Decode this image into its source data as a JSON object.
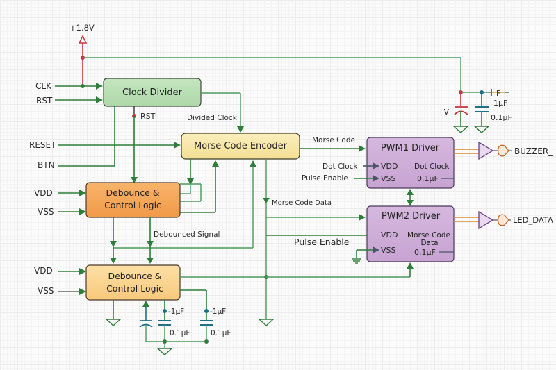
{
  "title": "Morse Code Transmitter Schematic",
  "power": {
    "supply_label": "+1.8V",
    "cap_plus_label": "+V",
    "cap_top_label": "F",
    "cap1_value": "1μF",
    "cap2_value": "0.1μF"
  },
  "inputs": {
    "clk": "CLK",
    "rst": "RST",
    "reset": "RESET",
    "btn": "BTN",
    "vdd1": "VDD",
    "vss1": "VSS",
    "vdd2": "VDD",
    "vss2": "VSS"
  },
  "blocks": {
    "clock_divider": "Clock Divider",
    "encoder": "Morse Code Encoder",
    "debounce1_line1": "Debounce &",
    "debounce1_line2": "Control Logic",
    "debounce2_line1": "Debounce &",
    "debounce2_line2": "Control Logic",
    "pwm1": {
      "title": "PWM1 Driver",
      "pin_vdd": "VDD",
      "pin_vss": "VSS",
      "out_label": "Dot Clock",
      "cap_label": "0.1μF"
    },
    "pwm2": {
      "title": "PWM2 Driver",
      "pin_vdd": "VDD",
      "pin_vss": "VSS",
      "out_label_line1": "Morse Code",
      "out_label_line2": "Data",
      "cap_label": "0.1μF"
    }
  },
  "signals": {
    "rst_tap": "RST",
    "divided_clock": "Divided Clock",
    "morse_code": "Morse Code",
    "dot_clock": "Dot Clock",
    "pulse_enable_small": "Pulse Enable",
    "morse_code_data": "Morse Code Data",
    "pulse_enable_large": "Pulse Enable",
    "debounced_signal": "Debounced Signal"
  },
  "outputs": {
    "buzzer": "BUZZER_",
    "led": "LED_DATA"
  },
  "bottom_caps": {
    "c1_top": "-1μF",
    "c1_bottom": "0.1μF",
    "c2_top": "-1μF",
    "c2_bottom": "0.1μF"
  },
  "colors": {
    "wire": "#2e7d3a",
    "power_wire": "#c8323c",
    "clock_divider_fill": "#b9e0b4",
    "encoder_fill": "#f8e6a6",
    "debounce1_fill": "#f5a85a",
    "debounce2_fill": "#fbd490",
    "pwm_fill": "#cfaed8",
    "output_buffer_fill": "#e8d9ef"
  }
}
